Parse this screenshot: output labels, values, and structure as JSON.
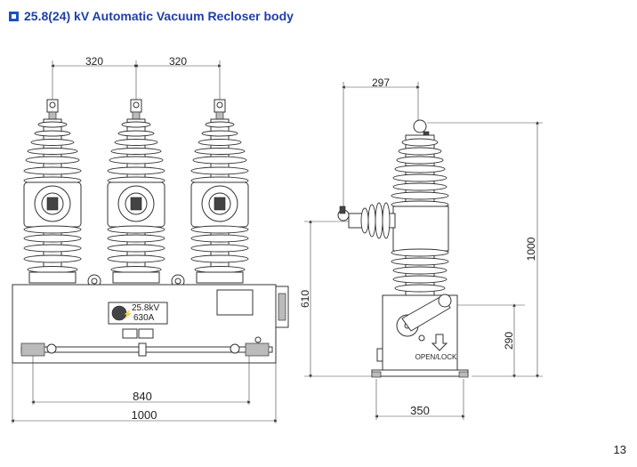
{
  "header": {
    "title": "25.8(24) kV Automatic Vacuum Recloser body"
  },
  "front_view": {
    "dim_spacing_left": "320",
    "dim_spacing_right": "320",
    "dim_mount_width": "840",
    "dim_overall_width": "1000",
    "nameplate_voltage": "25.8kV",
    "nameplate_current": "630A"
  },
  "side_view": {
    "dim_top_offset": "297",
    "dim_overall_height": "1000",
    "dim_tank_height": "610",
    "dim_handle_height": "290",
    "dim_base_width": "350",
    "handle_label": "OPEN/LOCK"
  },
  "footer": {
    "page_number": "13"
  }
}
